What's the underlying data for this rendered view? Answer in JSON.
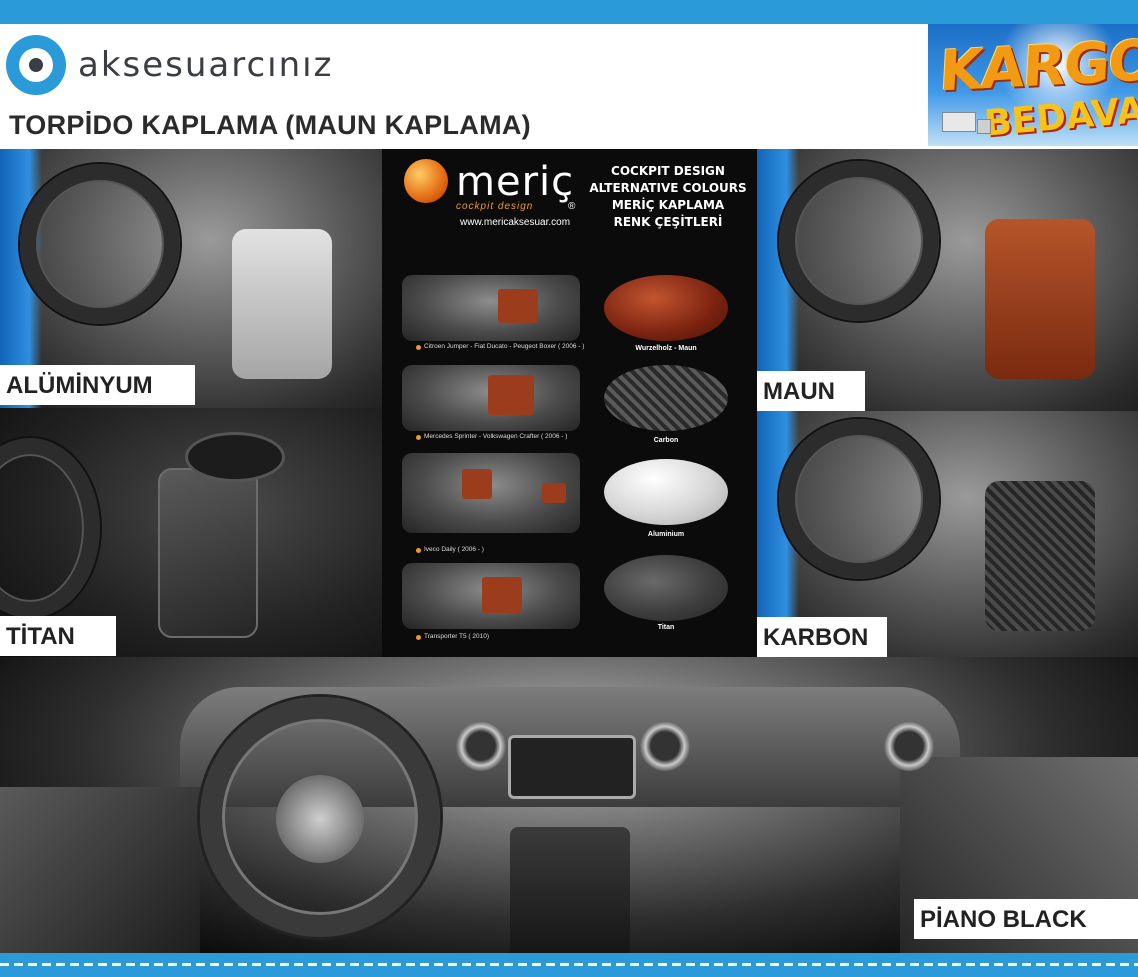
{
  "brand": {
    "name": "aksesuarcınız"
  },
  "page_title": "TORPİDO KAPLAMA (MAUN KAPLAMA)",
  "promo": {
    "line1": "KARGO",
    "line2": "BEDAVA!"
  },
  "panels": {
    "aluminyum": "ALÜMİNYUM",
    "titan": "TİTAN",
    "maun": "MAUN",
    "karbon": "KARBON",
    "piano_black": "PİANO BLACK"
  },
  "catalog": {
    "brand": "meriç",
    "sub": "cockpit design",
    "reg": "®",
    "url": "www.mericaksesuar.com",
    "heading": [
      "COCKPIT DESIGN",
      "ALTERNATIVE COLOURS",
      "MERİÇ KAPLAMA",
      "RENK ÇEŞİTLERİ"
    ],
    "models": [
      "Citroen Jumper - Fiat Ducato - Peugeot Boxer ( 2006 -    )",
      "Mercedes Sprinter - Volkswagen Crafter ( 2006 -    )",
      "Iveco Daily  ( 2006 -    )",
      "Transporter T5  ( 2010)"
    ],
    "swatches": [
      "Wurzelholz - Maun",
      "Carbon",
      "Aluminium",
      "Titan"
    ]
  },
  "colors": {
    "accent": "#2a9ad8",
    "wood": "#9b3c1d"
  }
}
